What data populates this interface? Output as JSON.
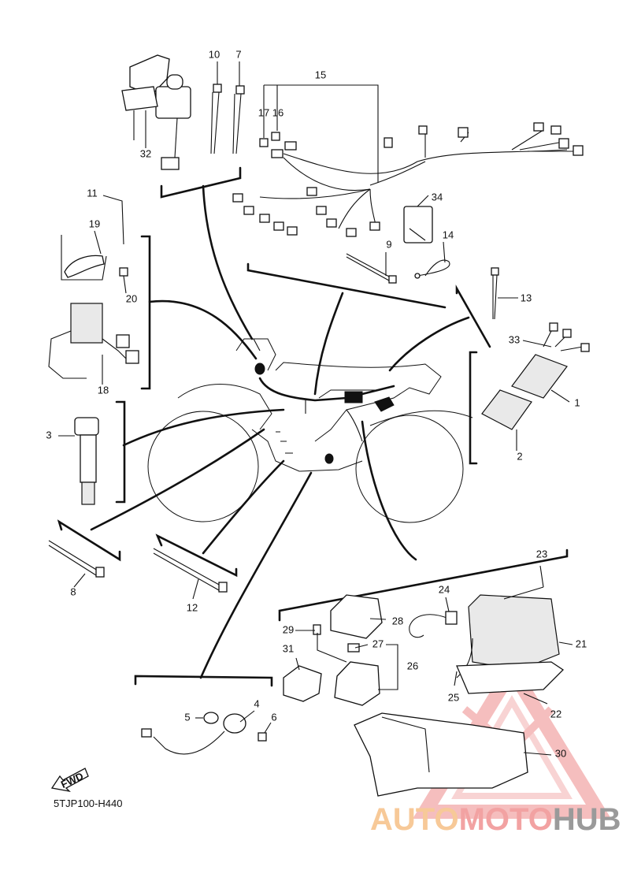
{
  "diagram_code": "5TJP100-H440",
  "fwd_label": "FWD",
  "watermark": {
    "part1": "AUTO",
    "part2": "MOTO",
    "part3": "HUB"
  },
  "colors": {
    "ink": "#111111",
    "watermark_orange": "#f7c998",
    "watermark_red": "#f2a2a2",
    "watermark_gray": "#9a9a9a"
  },
  "callouts": [
    {
      "id": "1",
      "label": "1"
    },
    {
      "id": "2",
      "label": "2"
    },
    {
      "id": "3",
      "label": "3"
    },
    {
      "id": "4",
      "label": "4"
    },
    {
      "id": "5",
      "label": "5"
    },
    {
      "id": "6",
      "label": "6"
    },
    {
      "id": "7",
      "label": "7"
    },
    {
      "id": "8",
      "label": "8"
    },
    {
      "id": "9",
      "label": "9"
    },
    {
      "id": "10",
      "label": "10"
    },
    {
      "id": "11",
      "label": "11"
    },
    {
      "id": "12",
      "label": "12"
    },
    {
      "id": "13",
      "label": "13"
    },
    {
      "id": "14",
      "label": "14"
    },
    {
      "id": "15",
      "label": "15"
    },
    {
      "id": "16",
      "label": "16"
    },
    {
      "id": "17",
      "label": "17"
    },
    {
      "id": "18",
      "label": "18"
    },
    {
      "id": "19",
      "label": "19"
    },
    {
      "id": "20",
      "label": "20"
    },
    {
      "id": "21",
      "label": "21"
    },
    {
      "id": "22",
      "label": "22"
    },
    {
      "id": "23",
      "label": "23"
    },
    {
      "id": "24",
      "label": "24"
    },
    {
      "id": "25",
      "label": "25"
    },
    {
      "id": "26",
      "label": "26"
    },
    {
      "id": "27",
      "label": "27"
    },
    {
      "id": "28",
      "label": "28"
    },
    {
      "id": "29",
      "label": "29"
    },
    {
      "id": "30",
      "label": "30"
    },
    {
      "id": "31",
      "label": "31"
    },
    {
      "id": "32",
      "label": "32"
    },
    {
      "id": "33",
      "label": "33"
    },
    {
      "id": "34",
      "label": "34"
    }
  ]
}
